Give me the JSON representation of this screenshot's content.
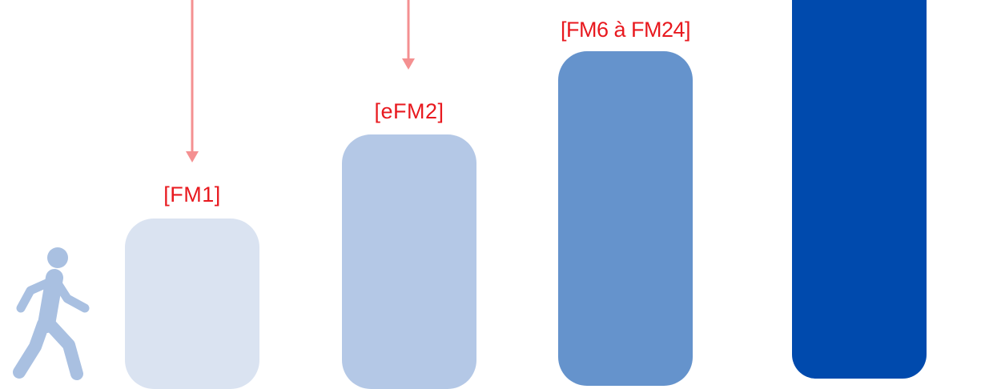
{
  "steps": [
    {
      "label": "[FM1]",
      "color": "#dae3f1"
    },
    {
      "label": "[eFM2]",
      "color": "#b4c8e6"
    },
    {
      "label": "[FM6 à FM24]",
      "color": "#6593cc"
    },
    {
      "label": "",
      "color": "#004aad"
    }
  ],
  "arrows": {
    "color": "#f49091"
  },
  "walker": {
    "icon": "walking-person-icon",
    "color": "#a9c0e1"
  }
}
